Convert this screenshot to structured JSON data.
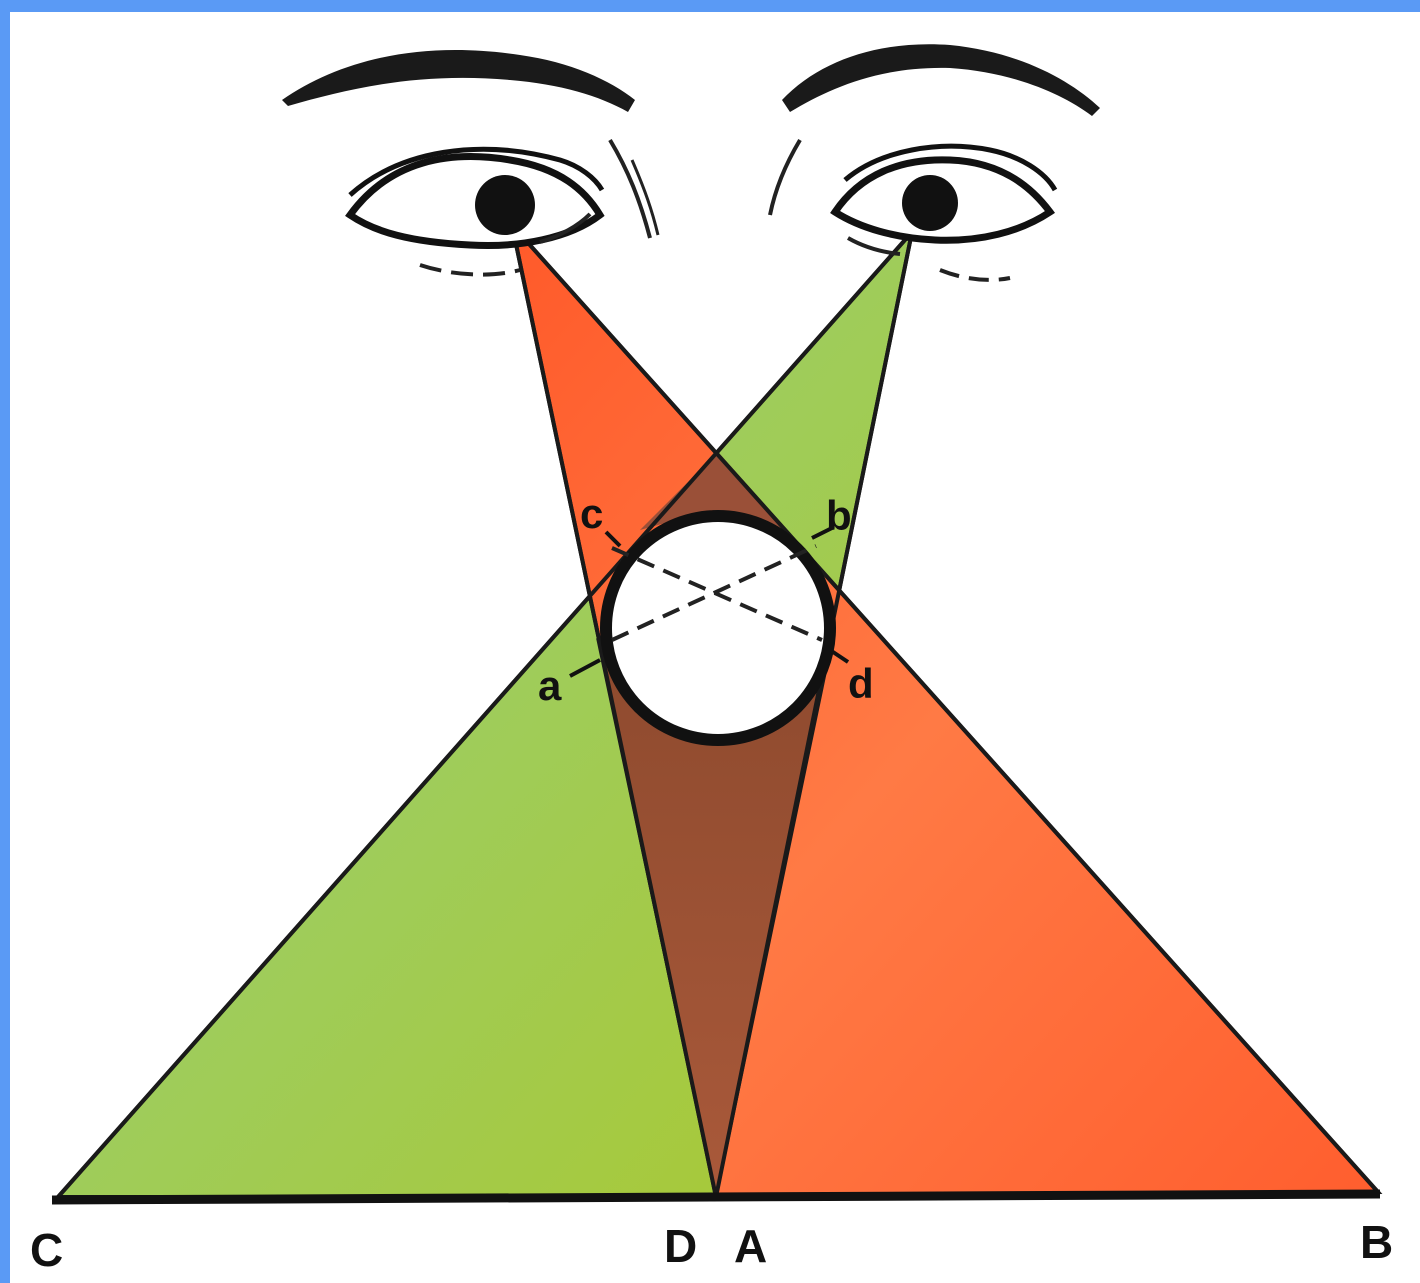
{
  "labels": {
    "C": "C",
    "D": "D",
    "A": "A",
    "B": "B",
    "a": "a",
    "b": "b",
    "c": "c",
    "d": "d"
  },
  "colors": {
    "border": "#5a9af5",
    "left_eye_cone": "#ff6a2b",
    "right_eye_cone": "#a8cc2f",
    "overlap": "#9c4e36",
    "outline": "#111111",
    "sphere": "#ffffff"
  },
  "icons": {
    "left_eye": "eye-icon",
    "right_eye": "eye-icon"
  }
}
